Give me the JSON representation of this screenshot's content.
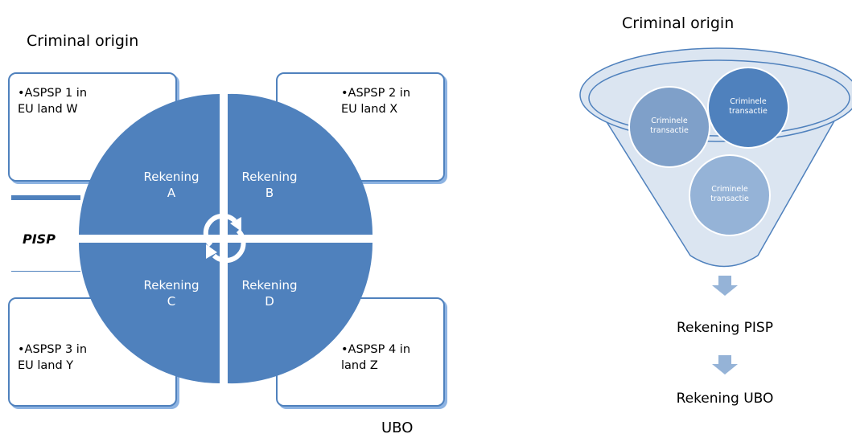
{
  "left": {
    "title": "Criminal origin",
    "boxes": [
      {
        "text": "•ASPSP 1 in\nEU land W"
      },
      {
        "text": "•ASPSP 2 in\nEU land X"
      },
      {
        "text": "•ASPSP 3 in\nEU land Y"
      },
      {
        "text": "•ASPSP 4 in\nland Z"
      }
    ],
    "quadrants": [
      {
        "label": "Rekening\nA"
      },
      {
        "label": "Rekening\nB"
      },
      {
        "label": "Rekening\nC"
      },
      {
        "label": "Rekening\nD"
      }
    ],
    "side_label": "PISP",
    "bottom_label": "UBO"
  },
  "right": {
    "title": "Criminal origin",
    "circles": [
      {
        "text": "Criminele\ntransactie"
      },
      {
        "text": "Criminele\ntransactie"
      },
      {
        "text": "Criminele\ntransactie"
      }
    ],
    "steps": [
      "Rekening PISP",
      "Rekening UBO"
    ]
  },
  "colors": {
    "primary": "#4f81bd",
    "box_shadow": "#8db3e2",
    "funnel_fill": "#dbe5f1",
    "circle_light": "#95b3d7"
  }
}
